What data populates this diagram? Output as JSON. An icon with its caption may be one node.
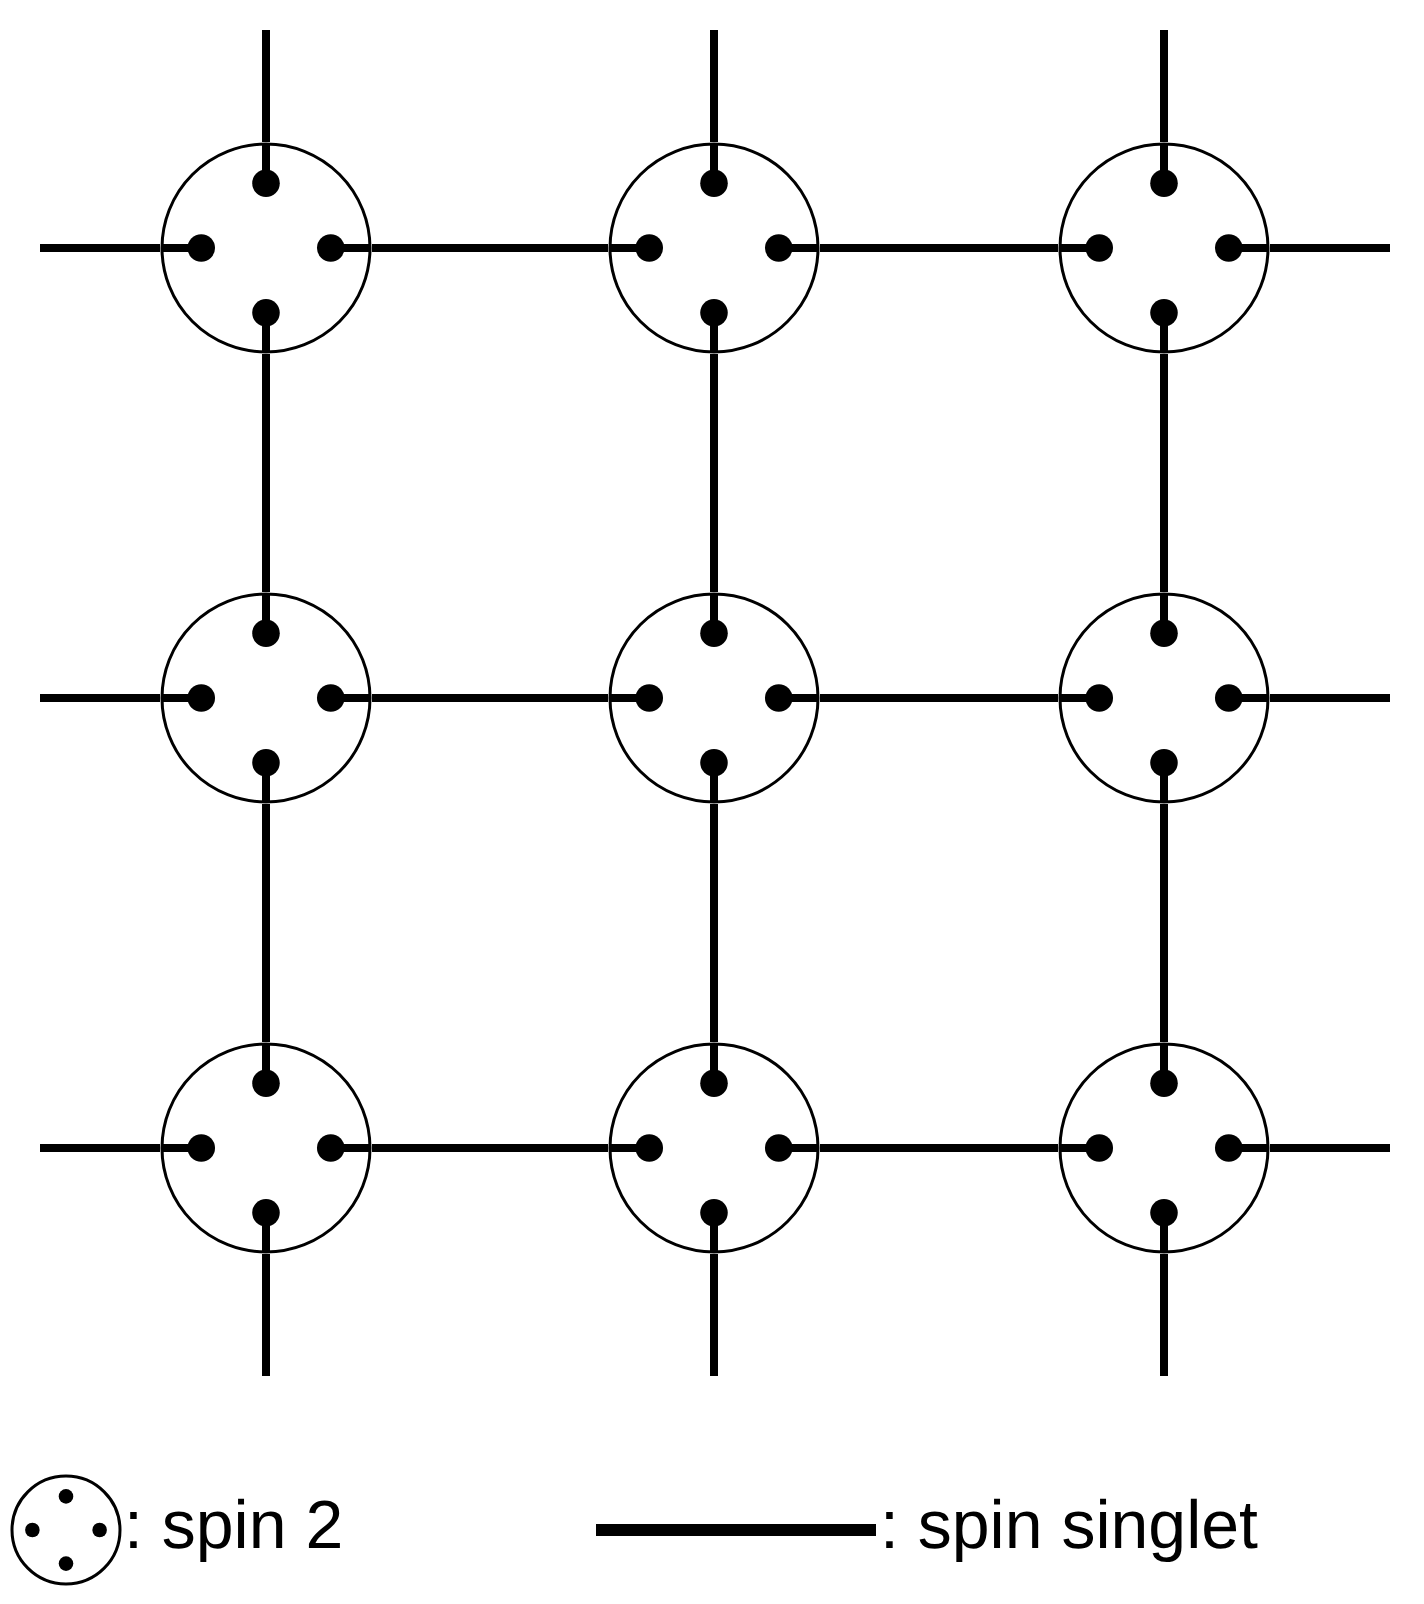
{
  "diagram": {
    "nodes": [
      {
        "text": [],
        "shape": "circle"
      },
      {
        "text": [],
        "shape": "circle"
      },
      {
        "text": [],
        "shape": "circle"
      },
      {
        "text": [],
        "shape": "circle"
      },
      {
        "text": [],
        "shape": "circle"
      },
      {
        "text": [],
        "shape": "circle"
      },
      {
        "text": [],
        "shape": "circle"
      },
      {
        "text": [],
        "shape": "circle"
      },
      {
        "text": [],
        "shape": "circle"
      }
    ],
    "edges": [
      {
        "from": null,
        "to": 0,
        "arrow": "none"
      },
      {
        "from": null,
        "to": 1,
        "arrow": "none"
      },
      {
        "from": null,
        "to": 2,
        "arrow": "none"
      },
      {
        "from": null,
        "to": 0,
        "arrow": "none"
      },
      {
        "from": 0,
        "to": 1,
        "arrow": "none"
      },
      {
        "from": 1,
        "to": 2,
        "arrow": "none"
      },
      {
        "from": 2,
        "to": null,
        "arrow": "none"
      },
      {
        "from": 0,
        "to": 3,
        "arrow": "none"
      },
      {
        "from": 1,
        "to": 4,
        "arrow": "none"
      },
      {
        "from": 2,
        "to": 5,
        "arrow": "none"
      },
      {
        "from": null,
        "to": 3,
        "arrow": "none"
      },
      {
        "from": 3,
        "to": 4,
        "arrow": "none"
      },
      {
        "from": 4,
        "to": 5,
        "arrow": "none"
      },
      {
        "from": 5,
        "to": null,
        "arrow": "none"
      },
      {
        "from": 3,
        "to": 6,
        "arrow": "none"
      },
      {
        "from": 4,
        "to": 7,
        "arrow": "none"
      },
      {
        "from": 5,
        "to": 8,
        "arrow": "none"
      },
      {
        "from": null,
        "to": 6,
        "arrow": "none"
      },
      {
        "from": 6,
        "to": 7,
        "arrow": "none"
      },
      {
        "from": 7,
        "to": 8,
        "arrow": "none"
      },
      {
        "from": 8,
        "to": null,
        "arrow": "none"
      },
      {
        "from": 6,
        "to": null,
        "arrow": "none"
      },
      {
        "from": 7,
        "to": null,
        "arrow": "none"
      },
      {
        "from": 8,
        "to": null,
        "arrow": "none"
      }
    ],
    "legend": [
      {
        "text": ": spin 2"
      },
      {
        "text": ": spin singlet"
      }
    ]
  }
}
